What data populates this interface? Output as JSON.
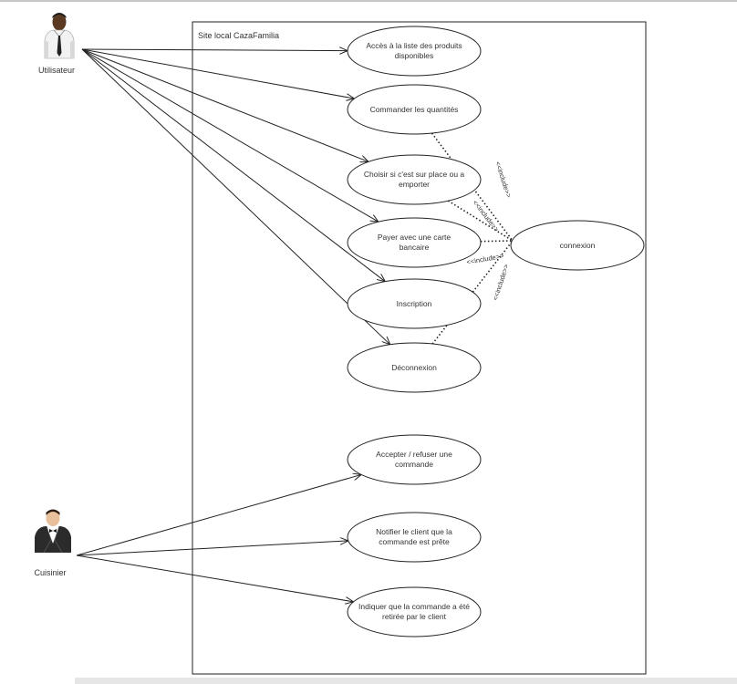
{
  "system": {
    "title": "Site local CazaFamilia"
  },
  "actors": [
    {
      "id": "utilisateur",
      "label": "Utilisateur",
      "icon": "businessman-icon"
    },
    {
      "id": "cuisinier",
      "label": "Cuisinier",
      "icon": "waiter-icon"
    }
  ],
  "use_cases": [
    {
      "id": "acces",
      "label": "Accès à la liste des produits disponibles"
    },
    {
      "id": "commander",
      "label": "Commander les quantités"
    },
    {
      "id": "choisir",
      "label": "Choisir si c'est sur place ou a emporter"
    },
    {
      "id": "payer",
      "label": "Payer avec une carte bancaire"
    },
    {
      "id": "inscription",
      "label": "Inscription"
    },
    {
      "id": "deconnexion",
      "label": "Déconnexion"
    },
    {
      "id": "connexion",
      "label": "connexion"
    },
    {
      "id": "accepter",
      "label": "Accepter / refuser une commande"
    },
    {
      "id": "notifier",
      "label": "Notifier le client que la commande est prête"
    },
    {
      "id": "indiquer",
      "label": "Indiquer que la commande a été retirée par le client"
    }
  ],
  "associations": [
    {
      "from": "utilisateur",
      "to": "acces"
    },
    {
      "from": "utilisateur",
      "to": "commander"
    },
    {
      "from": "utilisateur",
      "to": "choisir"
    },
    {
      "from": "utilisateur",
      "to": "payer"
    },
    {
      "from": "utilisateur",
      "to": "inscription"
    },
    {
      "from": "utilisateur",
      "to": "deconnexion"
    },
    {
      "from": "cuisinier",
      "to": "accepter"
    },
    {
      "from": "cuisinier",
      "to": "notifier"
    },
    {
      "from": "cuisinier",
      "to": "indiquer"
    }
  ],
  "includes": [
    {
      "from": "commander",
      "to": "connexion",
      "label": "<<include>>"
    },
    {
      "from": "choisir",
      "to": "connexion",
      "label": "<<include>>"
    },
    {
      "from": "payer",
      "to": "connexion",
      "label": "<<include>>"
    },
    {
      "from": "deconnexion",
      "to": "connexion",
      "label": "<<include>>"
    }
  ],
  "colors": {
    "line": "#222222",
    "border": "#222222",
    "text": "#333333"
  }
}
